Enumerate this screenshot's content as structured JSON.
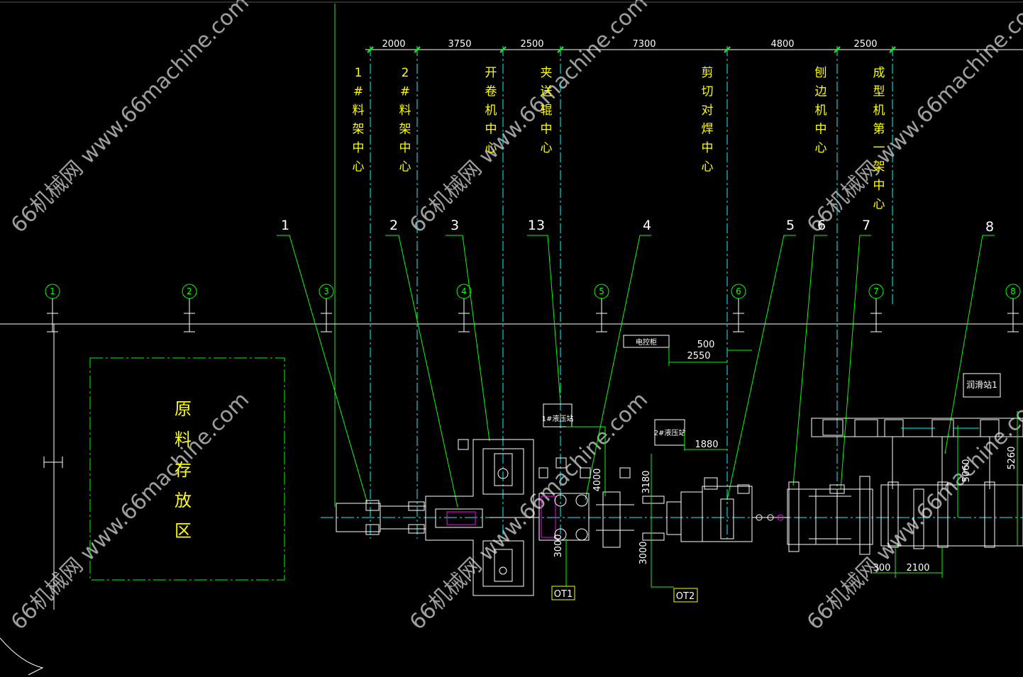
{
  "colors": {
    "background": "#000000",
    "dimension": "#ffffff",
    "centerline": "#00ffff",
    "leader": "#00ff00",
    "text": "#ffff00",
    "equipment": "#ffffff",
    "accent": "#ff00ff"
  },
  "top_dimensions": [
    "2000",
    "3750",
    "2500",
    "7300",
    "4800",
    "2500"
  ],
  "station_labels": [
    "1#料架中心",
    "2#料架中心",
    "开卷机中心",
    "夹送辊中心",
    "剪切对焊中心",
    "刨边机中心",
    "成型机第一架中心"
  ],
  "leader_numbers": [
    "1",
    "2",
    "3",
    "13",
    "4",
    "5",
    "6",
    "7",
    "8"
  ],
  "grid_axes": [
    "1",
    "2",
    "3",
    "4",
    "5",
    "6",
    "7",
    "8"
  ],
  "storage_area": "原料存放区",
  "equipment_labels": {
    "electric_cabinet": "电控柜",
    "hydraulic_station_1": "1#液压站",
    "hydraulic_station_2": "2#液压站",
    "lubrication_station": "润滑站1",
    "ot1": "OT1",
    "ot2": "OT2"
  },
  "middle_dimensions": [
    "500",
    "2550",
    "1880",
    "4000",
    "3180",
    "3000",
    "3000",
    "5260",
    "5060",
    "300",
    "2100"
  ],
  "watermark": "66机械网 www.66machine.com"
}
